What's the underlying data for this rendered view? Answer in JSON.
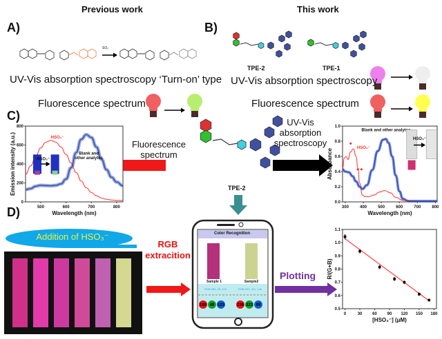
{
  "headers": {
    "previous": "Previous work",
    "this": "This work"
  },
  "panels": {
    "a": "A)",
    "b": "B)",
    "c": "C)",
    "d": "D)"
  },
  "panel_a": {
    "reagent": "SO₂",
    "text": "UV-Vis absorption spectroscopy  ‘Turn-on’ type",
    "fluor": "Fluorescence spectrum",
    "bulb_from": "#f06060",
    "bulb_to": "#b8ee70"
  },
  "panel_b": {
    "probe1": "TPE-2",
    "probe2": "TPE-1",
    "uv": "UV-Vis absorption spectroscopy",
    "fluor": "Fluorescence spectrum",
    "uv_bulb_from": "#ee80ee",
    "uv_bulb_to": "#eeeeee",
    "fl_bulb_from": "#f06060",
    "fl_bulb_to": "#ffff50"
  },
  "panel_c": {
    "center_probe": "TPE-2",
    "left_arrow_label": "Fluorescence spectrum",
    "right_arrow_label": "UV-Vis absorption spectroscopy"
  },
  "panel_d": {
    "addition": "Addition of HSO₃⁻",
    "rgb": "RGB extracition",
    "plotting": "Plotting",
    "phone": {
      "title": "Color Recognition",
      "samples": [
        {
          "name": "Sample 1",
          "rgb": "RGB:180, 49, 123",
          "values": [
            "180",
            "49",
            "123"
          ],
          "color": "#b4317b"
        },
        {
          "name": "Sample2",
          "rgb": "RGB:203, 211, 146",
          "values": [
            "238",
            "223",
            "99"
          ],
          "color": "#cbd392"
        }
      ]
    },
    "strip_colors": [
      "#d0308a",
      "#e23aa8",
      "#cc3aa0",
      "#d04a9a",
      "#c060b0",
      "#d4d890"
    ]
  },
  "chart_data": [
    {
      "type": "line",
      "ylabel": "Emission intensity (a.u.)",
      "xlabel": "Wavelength (nm)",
      "xlim": [
        440,
        825
      ],
      "ylim": [
        0,
        800
      ],
      "xticks": [
        500,
        600,
        700,
        800
      ],
      "yticks": [
        0,
        200,
        400,
        600,
        800
      ],
      "annotations": [
        "HSO₃⁻",
        "Blank and other analytes",
        "HSO₃⁻"
      ],
      "series": [
        {
          "color": "#ff4040",
          "x": [
            440,
            460,
            480,
            500,
            520,
            540,
            560,
            580,
            600,
            620,
            640,
            660,
            680,
            700,
            720,
            740,
            760,
            780,
            800,
            825
          ],
          "y": [
            290,
            380,
            480,
            570,
            630,
            650,
            630,
            580,
            500,
            410,
            310,
            220,
            150,
            100,
            65,
            40,
            28,
            20,
            16,
            14
          ]
        },
        {
          "color": "#2a3a8a",
          "x": [
            440,
            460,
            480,
            500,
            520,
            540,
            560,
            580,
            600,
            620,
            640,
            660,
            680,
            700,
            720,
            740,
            760,
            780,
            800,
            825
          ],
          "y": [
            130,
            140,
            165,
            175,
            172,
            170,
            175,
            190,
            240,
            360,
            520,
            660,
            710,
            680,
            580,
            450,
            340,
            260,
            210,
            170
          ]
        }
      ]
    },
    {
      "type": "line",
      "ylabel": "Absorbance",
      "xlabel": "Wavelength (nm)",
      "xlim": [
        285,
        810
      ],
      "ylim": [
        0,
        1.0
      ],
      "xticks": [
        300,
        400,
        500,
        600,
        700,
        800
      ],
      "yticks": [
        0.0,
        0.2,
        0.4,
        0.6,
        0.8,
        1.0
      ],
      "annotations": [
        "Blank and other analytes",
        "HSO₃⁻",
        "HSO₃⁻"
      ],
      "series": [
        {
          "color": "#ff4040",
          "x": [
            285,
            295,
            305,
            315,
            330,
            345,
            360,
            370,
            380,
            395,
            410,
            430,
            460,
            490,
            520,
            550,
            580,
            620,
            700,
            810
          ],
          "y": [
            0.44,
            0.58,
            0.6,
            0.56,
            0.66,
            0.7,
            0.6,
            0.45,
            0.25,
            0.09,
            0.07,
            0.07,
            0.09,
            0.13,
            0.15,
            0.12,
            0.06,
            0.02,
            0.01,
            0.01
          ]
        },
        {
          "color": "#2a3a8a",
          "x": [
            285,
            300,
            320,
            340,
            360,
            380,
            395,
            420,
            450,
            480,
            510,
            525,
            540,
            560,
            580,
            600,
            620,
            650,
            700,
            810
          ],
          "y": [
            0.43,
            0.4,
            0.39,
            0.34,
            0.27,
            0.2,
            0.17,
            0.22,
            0.42,
            0.67,
            0.82,
            0.83,
            0.78,
            0.6,
            0.35,
            0.14,
            0.04,
            0.01,
            0.01,
            0.01
          ]
        }
      ]
    },
    {
      "type": "scatter",
      "ylabel": "R/(G+B)",
      "xlabel": "[HSO₃⁻] (μM)",
      "xlim": [
        -5,
        185
      ],
      "ylim": [
        0.5,
        1.1
      ],
      "xticks": [
        0,
        30,
        60,
        90,
        120,
        150,
        180
      ],
      "yticks": [
        0.5,
        0.6,
        0.7,
        0.8,
        0.9,
        1.0,
        1.1
      ],
      "x": [
        0,
        30,
        70,
        100,
        120,
        150,
        170
      ],
      "y": [
        1.045,
        0.935,
        0.815,
        0.725,
        0.7,
        0.61,
        0.565
      ],
      "err": [
        0.02,
        0.015,
        0.015,
        0.015,
        0.012,
        0.012,
        0.01
      ],
      "fit": {
        "x": [
          0,
          170
        ],
        "y": [
          1.03,
          0.56
        ],
        "color": "#ff4040"
      }
    }
  ]
}
